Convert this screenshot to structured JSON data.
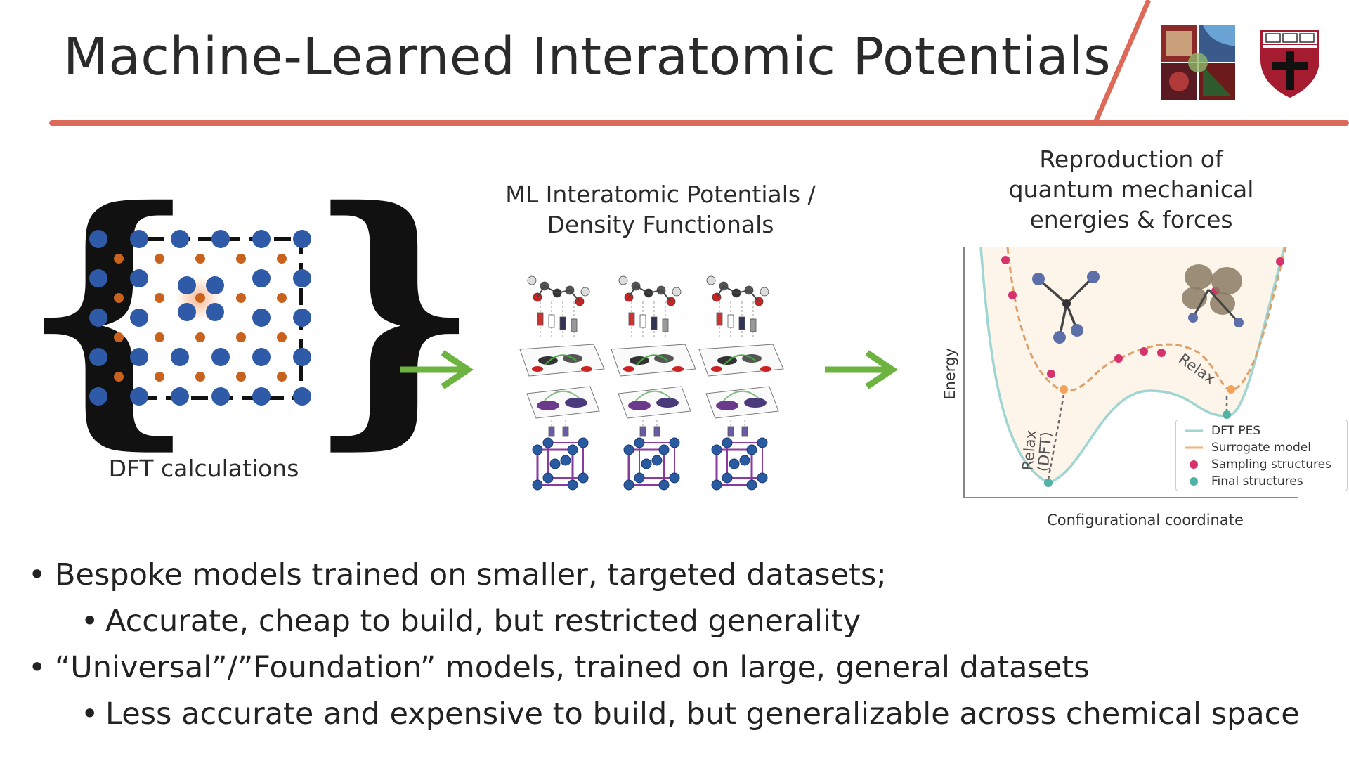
{
  "slide": {
    "title": "Machine-Learned Interatomic Potentials",
    "accent_color": "#dd6a58"
  },
  "left_panel": {
    "caption": "DFT calculations",
    "brace_left": "{",
    "brace_right": "}",
    "atom_colors": {
      "large": "#2f5aa8",
      "small": "#c8621c"
    }
  },
  "arrows": {
    "color": "#6db33f",
    "icon": "right-arrow-icon"
  },
  "middle_panel": {
    "caption_line1": "ML Interatomic Potentials /",
    "caption_line2": "Density Functionals"
  },
  "right_panel": {
    "caption_line1": "Reproduction of",
    "caption_line2": "quantum mechanical",
    "caption_line3": "energies & forces",
    "ylabel": "Energy",
    "xlabel": "Configurational coordinate",
    "annotation_relax": "Relax",
    "annotation_relax_dft": "Relax",
    "annotation_relax_dft2": "(DFT)",
    "legend": [
      {
        "label": "DFT PES",
        "color": "#9fd6d2",
        "kind": "line"
      },
      {
        "label": "Surrogate model",
        "color": "#f2b37a",
        "kind": "line"
      },
      {
        "label": "Sampling structures",
        "color": "#d6336c",
        "kind": "dot"
      },
      {
        "label": "Final structures",
        "color": "#4fb3a6",
        "kind": "dot"
      }
    ]
  },
  "bullets": [
    {
      "level": 1,
      "text": "Bespoke models trained on smaller, targeted datasets;"
    },
    {
      "level": 2,
      "text": "Accurate, cheap to build, but restricted generality"
    },
    {
      "level": 1,
      "text": "“Universal”/”Foundation” models, trained on large, general datasets"
    },
    {
      "level": 2,
      "text": "Less accurate and expensive to build, but generalizable across chemical space"
    }
  ],
  "bullet_glyph": "•"
}
